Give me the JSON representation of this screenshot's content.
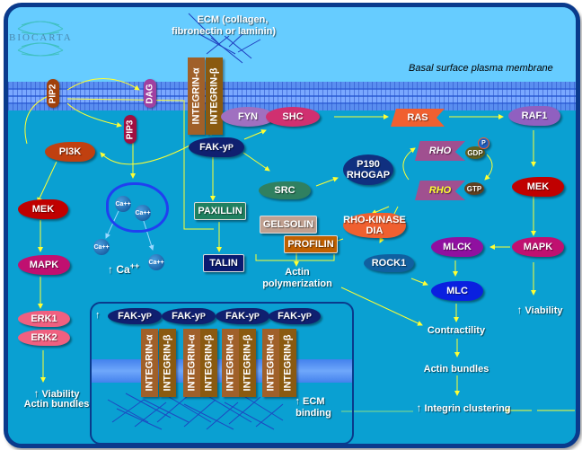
{
  "brand": {
    "logo_text": "BIOCARTA"
  },
  "labels": {
    "ecm": "ECM (collagen,\nfibronectin or laminin)",
    "ecm_line1": "ECM (collagen,",
    "ecm_line2": "fibronectin or laminin)",
    "membrane": "Basal surface plasma membrane",
    "actin_polymerization_1": "Actin",
    "actin_polymerization_2": "polymerization",
    "contractility": "Contractility",
    "actin_bundles": "Actin bundles",
    "integrin_clustering": "Integrin clustering",
    "viability_right": "Viability",
    "viability_left": "Viability",
    "actin_bundles_left": "Actin bundles",
    "ecm_binding_1": "ECM",
    "ecm_binding_2": "binding",
    "ca_increase": "Ca",
    "ca_superscript": "++",
    "up_arrow": "↑"
  },
  "nodes": {
    "pip2": "PIP2",
    "dag": "DAG",
    "pip3": "PIP3",
    "pi3k": "PI3K",
    "mek_left": "MEK",
    "mapk_left": "MAPK",
    "erk1": "ERK1",
    "erk2": "ERK2",
    "integrin_alpha": "INTEGRIN-α",
    "integrin_beta": "INTEGRIN-β",
    "fyn": "FYN",
    "shc": "SHC",
    "fak": "FAK-y",
    "fak_sup": "P",
    "src": "SRC",
    "paxillin": "PAXILLIN",
    "talin": "TALIN",
    "gelsolin": "GELSOLIN",
    "profilin": "PROFILIN",
    "p190_1": "P190",
    "p190_2": "RHOGAP",
    "ras": "RAS",
    "raf1": "RAF1",
    "rho_gdp": "RHO",
    "gdp": "GDP",
    "phospho": "P",
    "rho_gtp": "RHO",
    "gtp": "GTP",
    "rho_kinase_1": "RHO-KINASE",
    "rho_kinase_2": "DIA",
    "rock1": "ROCK1",
    "mek_right": "MEK",
    "mapk_right": "MAPK",
    "mlck": "MLCK",
    "mlc": "MLC",
    "ca": "Ca++"
  },
  "colors": {
    "frame": "#0a3a8c",
    "extracellular": "#66ccff",
    "cytoplasm": "#0aa0d2",
    "arrow": "#ffff33",
    "integrin_alpha": "#a0602a",
    "integrin_beta": "#8a5a10"
  }
}
